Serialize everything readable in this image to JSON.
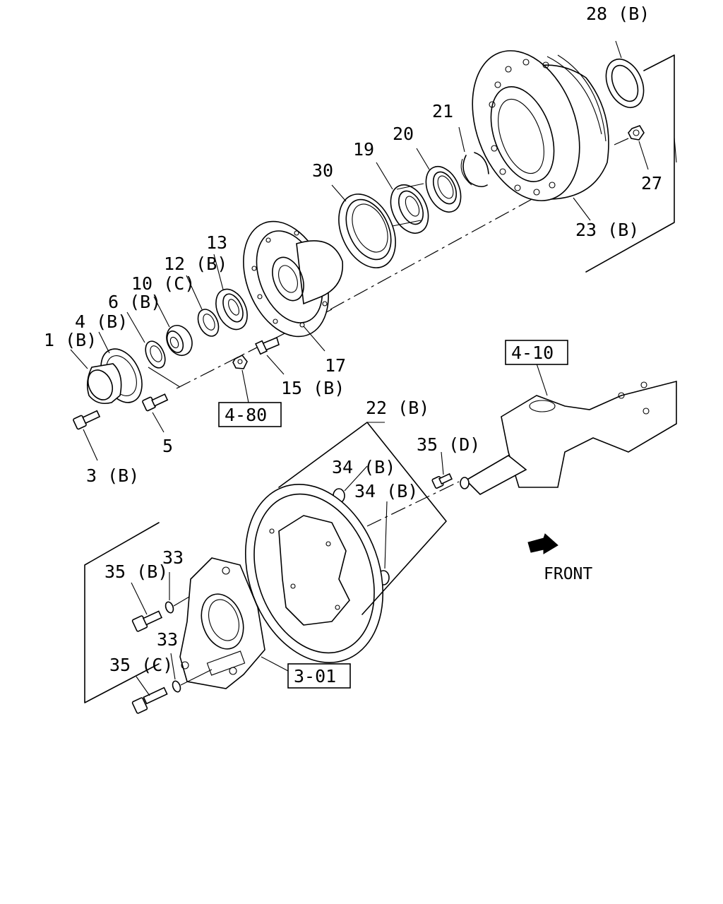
{
  "labels": {
    "p1": "1 (B)",
    "p3": "3 (B)",
    "p4": "4 (B)",
    "p5": "5",
    "p6": "6 (B)",
    "p10": "10 (C)",
    "p12": "12 (B)",
    "p13": "13",
    "p15": "15 (B)",
    "p17": "17",
    "p19": "19",
    "p20": "20",
    "p21": "21",
    "p22": "22 (B)",
    "p23": "23 (B)",
    "p27": "27",
    "p28": "28 (B)",
    "p30": "30",
    "p33a": "33",
    "p33b": "33",
    "p34a": "34 (B)",
    "p34b": "34 (B)",
    "p35b": "35 (B)",
    "p35c": "35 (C)",
    "p35d": "35 (D)",
    "front": "FRONT"
  },
  "refs": {
    "r410": "4-10",
    "r480": "4-80",
    "r301": "3-01"
  }
}
